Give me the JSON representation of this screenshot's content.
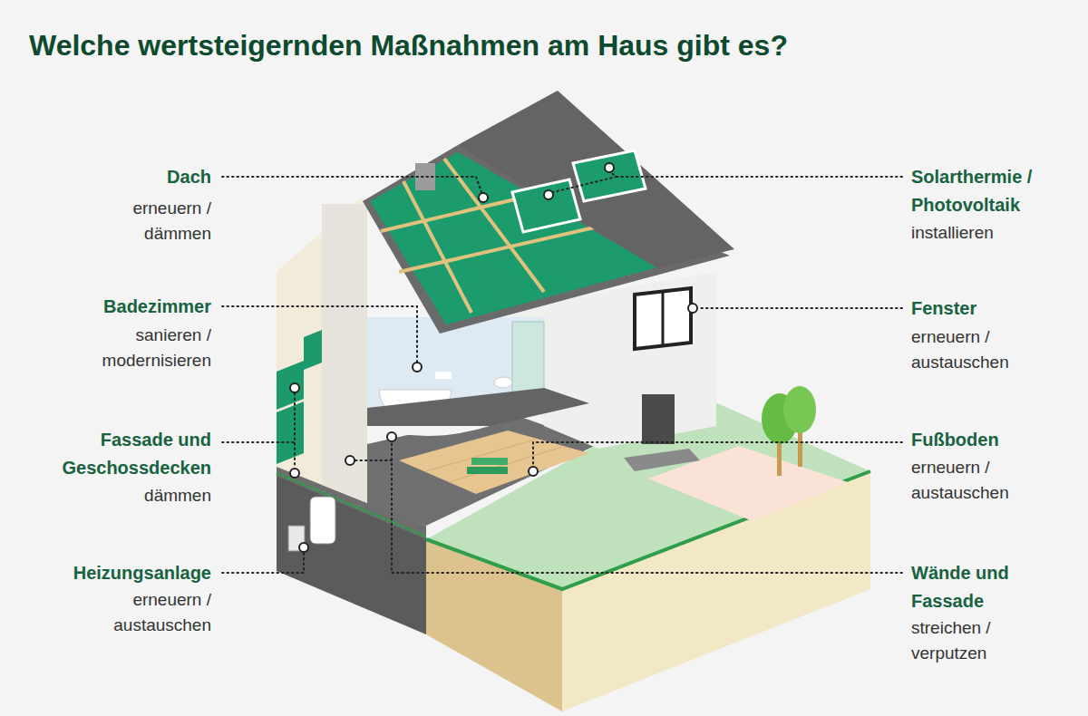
{
  "diagram": {
    "title": "Welche wertsteigernden Maßnahmen am Haus gibt es?",
    "labels": [
      "Dach",
      "erneuern / dämmen",
      "Badezimmer",
      "sanieren / modernisieren",
      "Fassade und Geschossdecken",
      "dämmen",
      "Heizungsanlage",
      "erneuern / austauschen",
      "Solarthermie / Photovoltaik",
      "installieren",
      "Fenster",
      "erneuern / austauschen",
      "Fußboden",
      "erneuern / austauschen",
      "Wände und Fassade",
      "streichen / verputzen"
    ]
  }
}
